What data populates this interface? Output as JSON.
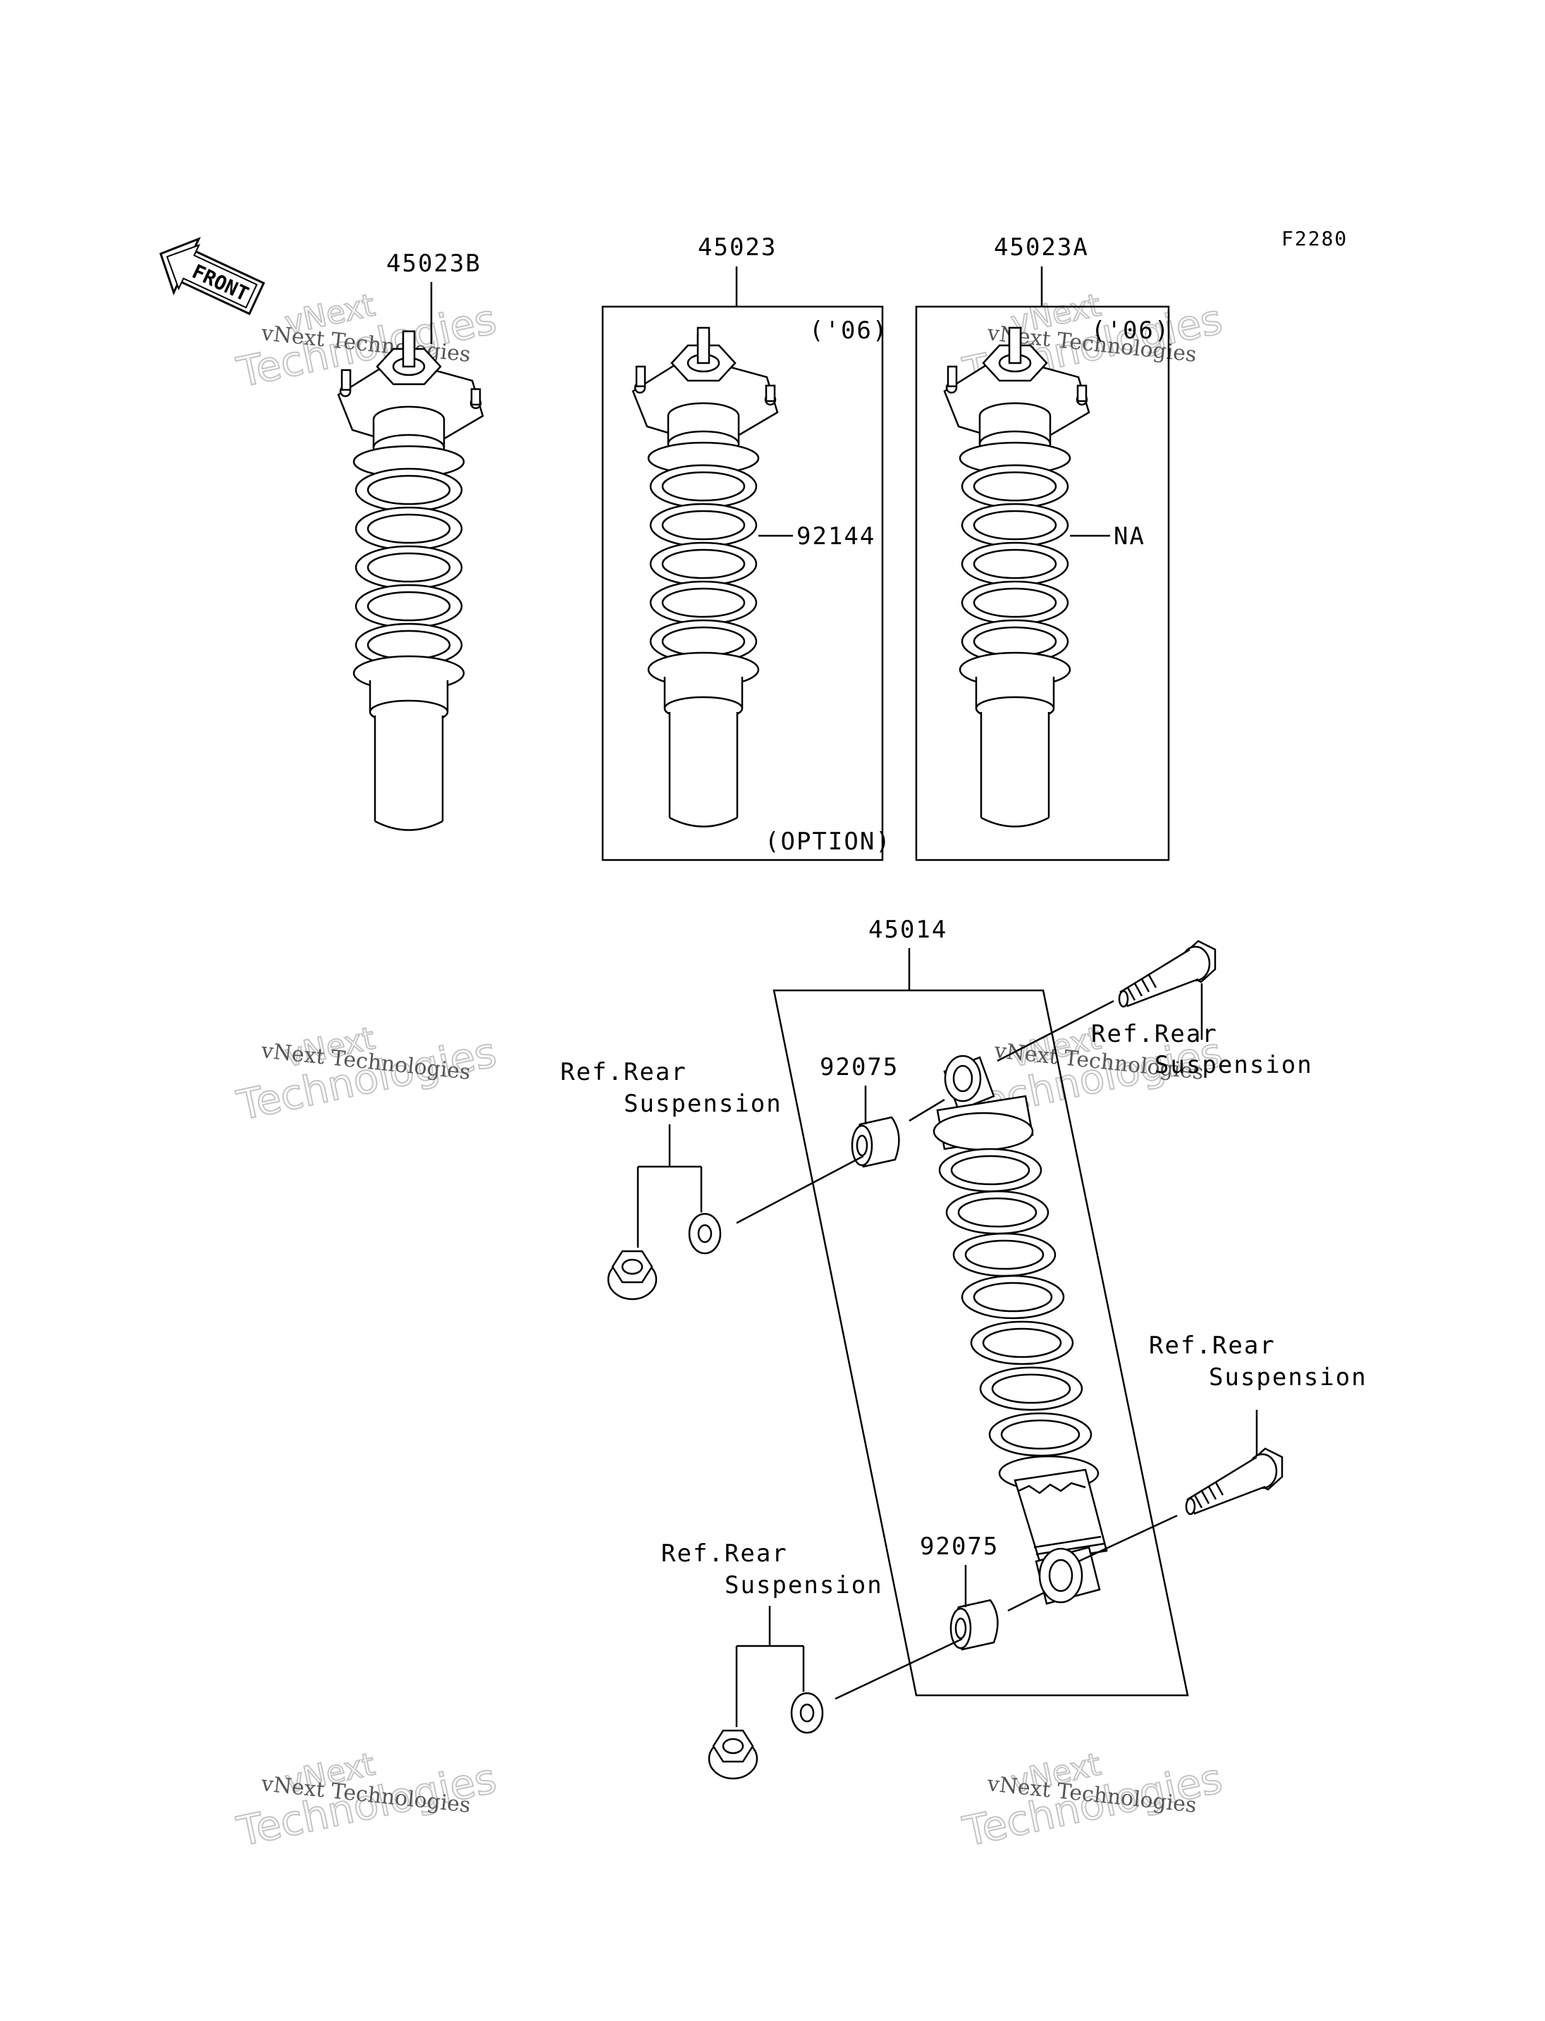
{
  "figure_code": "F2280",
  "front_label": "FRONT",
  "parts": {
    "p45023B": "45023B",
    "p45023": "45023",
    "p45023A": "45023A",
    "p92144": "92144",
    "pNA": "NA",
    "p45014": "45014",
    "p92075_top": "92075",
    "p92075_bottom": "92075"
  },
  "notes": {
    "year_06_a": "('06)",
    "year_06_b": "('06)",
    "option": "(OPTION)"
  },
  "refs": {
    "ref_top_left": {
      "line1": "Ref.Rear",
      "line2": "Suspension"
    },
    "ref_top_right": {
      "line1": "Ref.Rear",
      "line2": "Suspension"
    },
    "ref_mid_right": {
      "line1": "Ref.Rear",
      "line2": "Suspension"
    },
    "ref_bottom_left": {
      "line1": "Ref.Rear",
      "line2": "Suspension"
    }
  },
  "watermark": {
    "small": "vNext Technologies",
    "big_top": "vNext",
    "big_bottom": "Technologies"
  }
}
